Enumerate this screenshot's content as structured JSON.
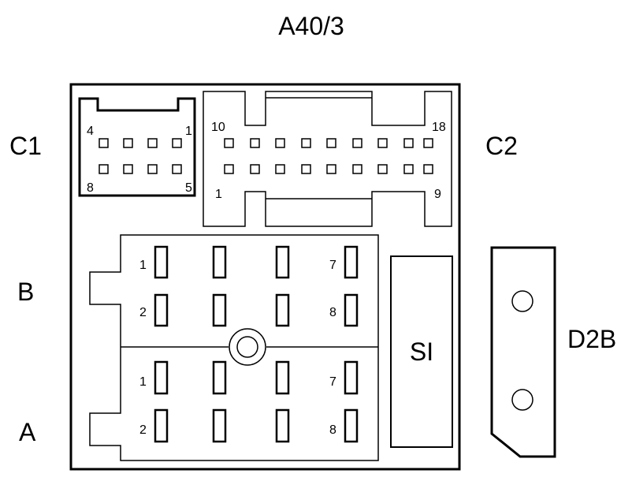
{
  "title": "A40/3",
  "connectors": {
    "c1": {
      "label": "C1",
      "pin_top_left": "4",
      "pin_top_right": "1",
      "pin_bottom_left": "8",
      "pin_bottom_right": "5"
    },
    "c2": {
      "label": "C2",
      "pin_top_left": "10",
      "pin_top_right": "18",
      "pin_bottom_left": "1",
      "pin_bottom_right": "9"
    },
    "b": {
      "label": "B",
      "pin_1": "1",
      "pin_2": "2",
      "pin_7": "7",
      "pin_8": "8"
    },
    "a": {
      "label": "A",
      "pin_1": "1",
      "pin_2": "2",
      "pin_7": "7",
      "pin_8": "8"
    },
    "si": {
      "label": "SI"
    },
    "d2b": {
      "label": "D2B"
    }
  }
}
